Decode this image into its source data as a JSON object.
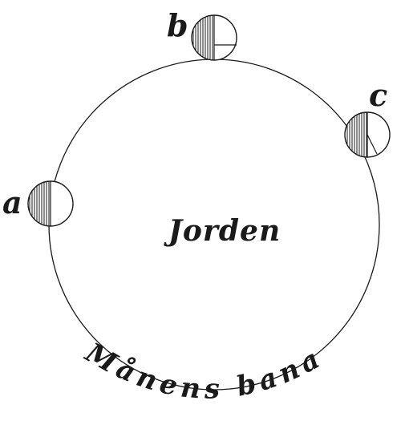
{
  "center_label": "Jorden",
  "orbit_label": "Månens bana",
  "moons": [
    {
      "key": "a",
      "label": "a"
    },
    {
      "key": "b",
      "label": "b"
    },
    {
      "key": "c",
      "label": "c"
    }
  ]
}
